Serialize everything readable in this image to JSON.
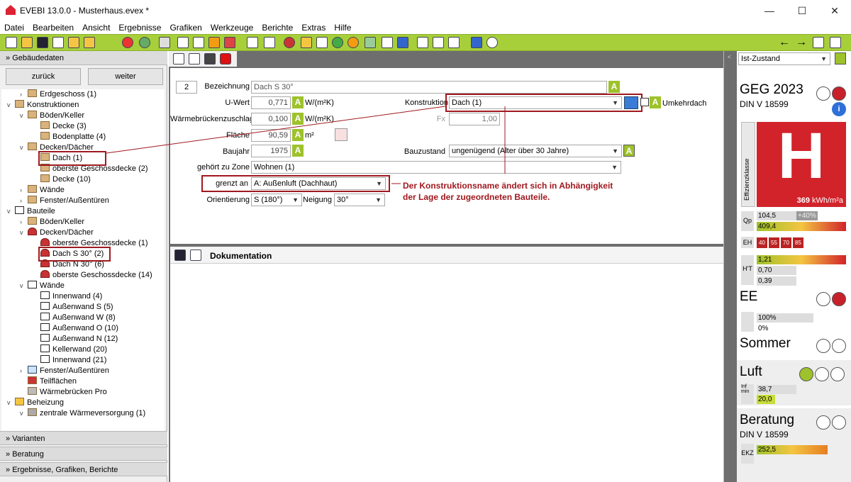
{
  "window": {
    "title": "EVEBI 13.0.0 - Musterhaus.evex *",
    "minimize": "—",
    "maximize": "☐",
    "close": "✕"
  },
  "menu": [
    "Datei",
    "Bearbeiten",
    "Ansicht",
    "Ergebnisse",
    "Grafiken",
    "Werkzeuge",
    "Berichte",
    "Extras",
    "Hilfe"
  ],
  "left": {
    "header": "Gebäudedaten",
    "back": "zurück",
    "next": "weiter",
    "tree": [
      "Erdgeschoss (1)",
      "Konstruktionen",
      "Böden/Keller",
      "Decke (3)",
      "Bodenplatte (4)",
      "Decken/Dächer",
      "Dach (1)",
      "oberste Geschossdecke (2)",
      "Decke (10)",
      "Wände",
      "Fenster/Außentüren",
      "Bauteile",
      "Böden/Keller",
      "Decken/Dächer",
      "oberste Geschossdecke (1)",
      "Dach S 30° (2)",
      "Dach N 30° (6)",
      "oberste Geschossdecke (14)",
      "Wände",
      "Innenwand (4)",
      "Außenwand S (5)",
      "Außenwand W (8)",
      "Außenwand O (10)",
      "Außenwand N (12)",
      "Kellerwand (20)",
      "Innenwand (21)",
      "Fenster/Außentüren",
      "Teilflächen",
      "Wärmebrücken Pro",
      "Beheizung",
      "zentrale Wärmeversorgung (1)"
    ],
    "sections": [
      "Varianten",
      "Beratung",
      "Ergebnisse, Grafiken, Berichte"
    ]
  },
  "form": {
    "number": "2",
    "bezeichnung_label": "Bezeichnung",
    "bezeichnung": "Dach S 30°",
    "uwert_label": "U-Wert",
    "uwert": "0,771",
    "uwert_unit": "W/(m²K)",
    "wbz_label": "Wärmebrückenzuschlag",
    "wbz": "0,100",
    "wbz_unit": "W/(m²K)",
    "flaeche_label": "Fläche",
    "flaeche": "90,59",
    "flaeche_unit": "m²",
    "baujahr_label": "Baujahr",
    "baujahr": "1975",
    "zone_label": "gehört zu Zone",
    "zone": "Wohnen (1)",
    "grenzt_label": "grenzt an",
    "grenzt": "A: Außenluft (Dachhaut)",
    "orient_label": "Orientierung",
    "orient": "S (180°)",
    "neigung_label": "Neigung",
    "neigung": "30°",
    "konstr_label": "Konstruktion",
    "konstr": "Dach (1)",
    "umkehr_label": "Umkehrdach",
    "fx_label": "Fx",
    "fx": "1,00",
    "bauzustand_label": "Bauzustand",
    "bauzustand": "ungenügend (Alter über 30 Jahre)",
    "a": "A"
  },
  "annotation": {
    "line1": "Der Konstruktionsname ändert sich in Abhängigkeit",
    "line2": "der Lage der zugeordneten Bauteile."
  },
  "doc": {
    "title": "Dokumentation"
  },
  "right": {
    "state": "Ist-Zustand",
    "geg": "GEG 2023",
    "din": "DIN V 18599",
    "class_label": "Effizienzklasse",
    "class_letter": "H",
    "energy": "369",
    "energy_unit": "kWh/m²a",
    "qp_label": "Qp",
    "qp1": "104,5",
    "qp_pct": "+40%",
    "qp2": "409,4",
    "eh_label": "EH",
    "eh": [
      "40",
      "55",
      "70",
      "85"
    ],
    "ht_label": "H'T",
    "ht1": "1,21",
    "ht2": "0,70",
    "ht3": "0,39",
    "ee": "EE",
    "ee1": "100%",
    "ee2": "0%",
    "sommer": "Sommer",
    "luft": "Luft",
    "luft_label": "Inf min",
    "luft1": "38,7",
    "luft2": "20,0",
    "beratung": "Beratung",
    "din2": "DIN V 18599",
    "ekz_label": "EKZ",
    "ekz": "252,5"
  }
}
